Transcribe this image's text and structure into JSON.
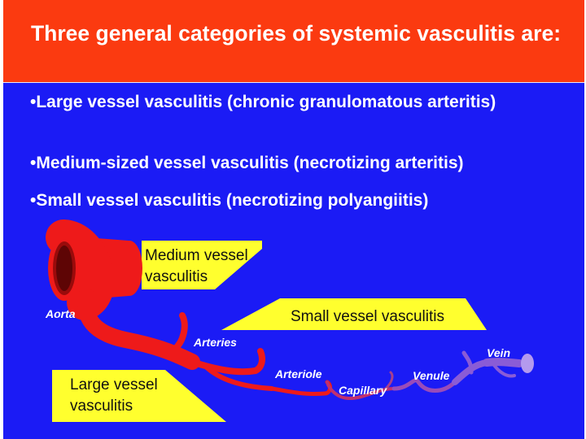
{
  "title": "Three general categories of systemic vasculitis are:",
  "bullets": [
    "•Large vessel vasculitis (chronic granulomatous arteritis)",
    "•Medium-sized vessel vasculitis (necrotizing arteritis)",
    "•Small vessel vasculitis (necrotizing polyangiitis)"
  ],
  "diagram": {
    "medium_box": [
      "Medium vessel",
      "vasculitis"
    ],
    "small_box": "Small vessel vasculitis",
    "large_box": [
      "Large vessel",
      "vasculitis"
    ],
    "labels": {
      "aorta": "Aorta",
      "arteries": "Arteries",
      "arteriole": "Arteriole",
      "capillary": "Capillary",
      "venule": "Venule",
      "vein": "Vein"
    }
  },
  "colors": {
    "header": "#fb3a10",
    "background": "#1b1bf5",
    "callout": "#ffff2e",
    "artery": "#ee1a1a",
    "vein": "#8a5cd6"
  }
}
